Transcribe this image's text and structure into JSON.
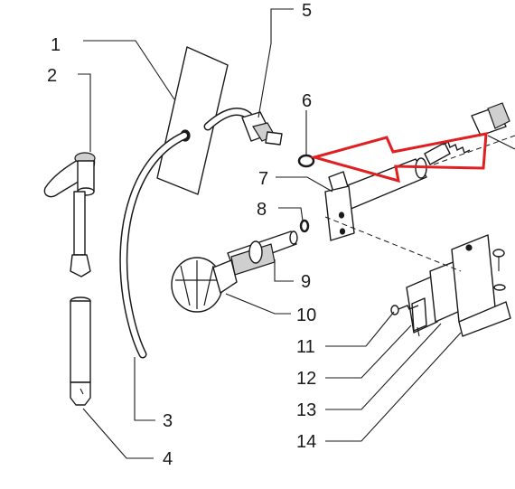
{
  "diagram": {
    "callouts": [
      {
        "id": "1",
        "text": "1"
      },
      {
        "id": "2",
        "text": "2"
      },
      {
        "id": "3",
        "text": "3"
      },
      {
        "id": "4",
        "text": "4"
      },
      {
        "id": "5",
        "text": "5"
      },
      {
        "id": "6",
        "text": "6"
      },
      {
        "id": "7",
        "text": "7"
      },
      {
        "id": "8",
        "text": "8"
      },
      {
        "id": "9",
        "text": "9"
      },
      {
        "id": "10",
        "text": "10"
      },
      {
        "id": "11",
        "text": "11"
      },
      {
        "id": "12",
        "text": "12"
      },
      {
        "id": "13",
        "text": "13"
      },
      {
        "id": "14",
        "text": "14"
      }
    ],
    "highlight_arrow": {
      "color": "#e02020",
      "points_to": "6"
    }
  }
}
